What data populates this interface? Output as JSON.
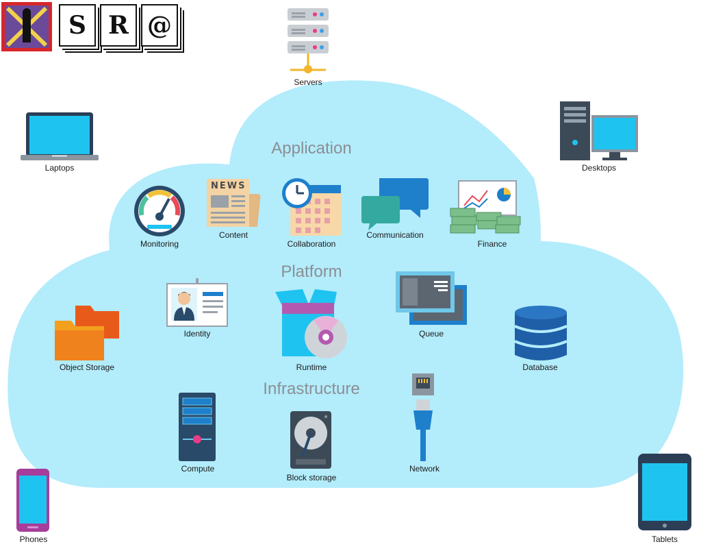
{
  "logo": {
    "letters": [
      "S",
      "R",
      "@"
    ]
  },
  "sections": {
    "application": "Application",
    "platform": "Platform",
    "infrastructure": "Infrastructure"
  },
  "devices": {
    "servers": "Servers",
    "laptops": "Laptops",
    "desktops": "Desktops",
    "phones": "Phones",
    "tablets": "Tablets"
  },
  "application": {
    "monitoring": "Monitoring",
    "content": "Content",
    "news": "NEWS",
    "collaboration": "Collaboration",
    "communication": "Communication",
    "finance": "Finance"
  },
  "platform": {
    "identity": "Identity",
    "runtime": "Runtime",
    "queue": "Queue",
    "object_storage": "Object Storage",
    "database": "Database"
  },
  "infrastructure": {
    "compute": "Compute",
    "block_storage": "Block storage",
    "network": "Network"
  },
  "colors": {
    "cloud": "#b3ecfb",
    "accent_blue": "#1e7fcb",
    "navy": "#2a4a6a",
    "label_gray": "#8a8f95"
  }
}
